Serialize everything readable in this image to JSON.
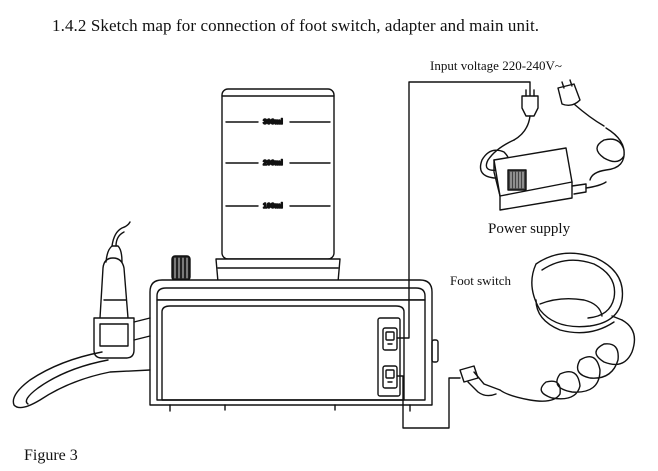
{
  "heading": "1.4.2 Sketch map for connection of foot switch, adapter and main unit.",
  "labels": {
    "input_voltage": "Input voltage 220-240V~",
    "power_supply": "Power supply",
    "foot_switch": "Foot switch"
  },
  "bottle_marks": [
    "300ml",
    "200ml",
    "100ml"
  ],
  "figure_caption": "Figure 3",
  "icons": [
    "plug-icon",
    "power-adapter-icon",
    "foot-pedal-icon",
    "scaler-handpiece-icon",
    "connector-port-icon"
  ]
}
